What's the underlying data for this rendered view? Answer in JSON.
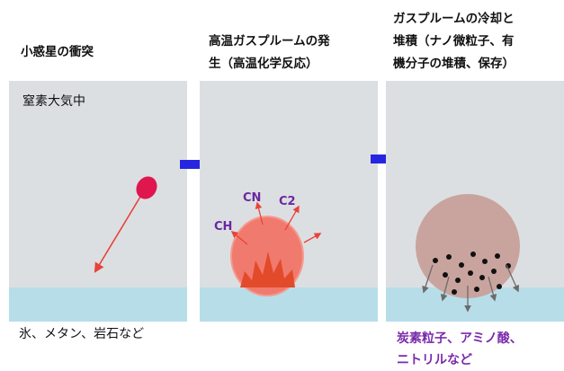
{
  "panels": [
    {
      "title_lines": [
        "小惑星の衝突"
      ],
      "inside_label": "窒素大気中",
      "bottom_caption": "氷、メタン、岩石など"
    },
    {
      "title_lines": [
        "高温ガスプルームの発",
        "生（高温化学反応）"
      ],
      "molecules": [
        "CH",
        "CN",
        "C2"
      ]
    },
    {
      "title_lines": [
        "ガスプルームの冷却と",
        "堆積（ナノ微粒子、有",
        "機分子の堆積、保存）"
      ],
      "products_lines": [
        "炭素粒子、アミノ酸、",
        "ニトリルなど"
      ]
    }
  ],
  "colors": {
    "panel": "#dcdfe2",
    "water": "#b7dde9",
    "impactor": "#e0164f",
    "trajectory": "#e8433a",
    "plume": "#f07a6e",
    "explosion": "#e24a2a",
    "cooled_plume": "#c9a49e",
    "particles": "#111111",
    "flow_arrow": "#2626e0",
    "molecule_text": "#6b28a0",
    "product_text": "#7a2bab"
  },
  "icons": [
    "impactor-icon",
    "trajectory-arrow-icon",
    "flow-arrow-icon",
    "explosion-icon",
    "particle-icon"
  ]
}
